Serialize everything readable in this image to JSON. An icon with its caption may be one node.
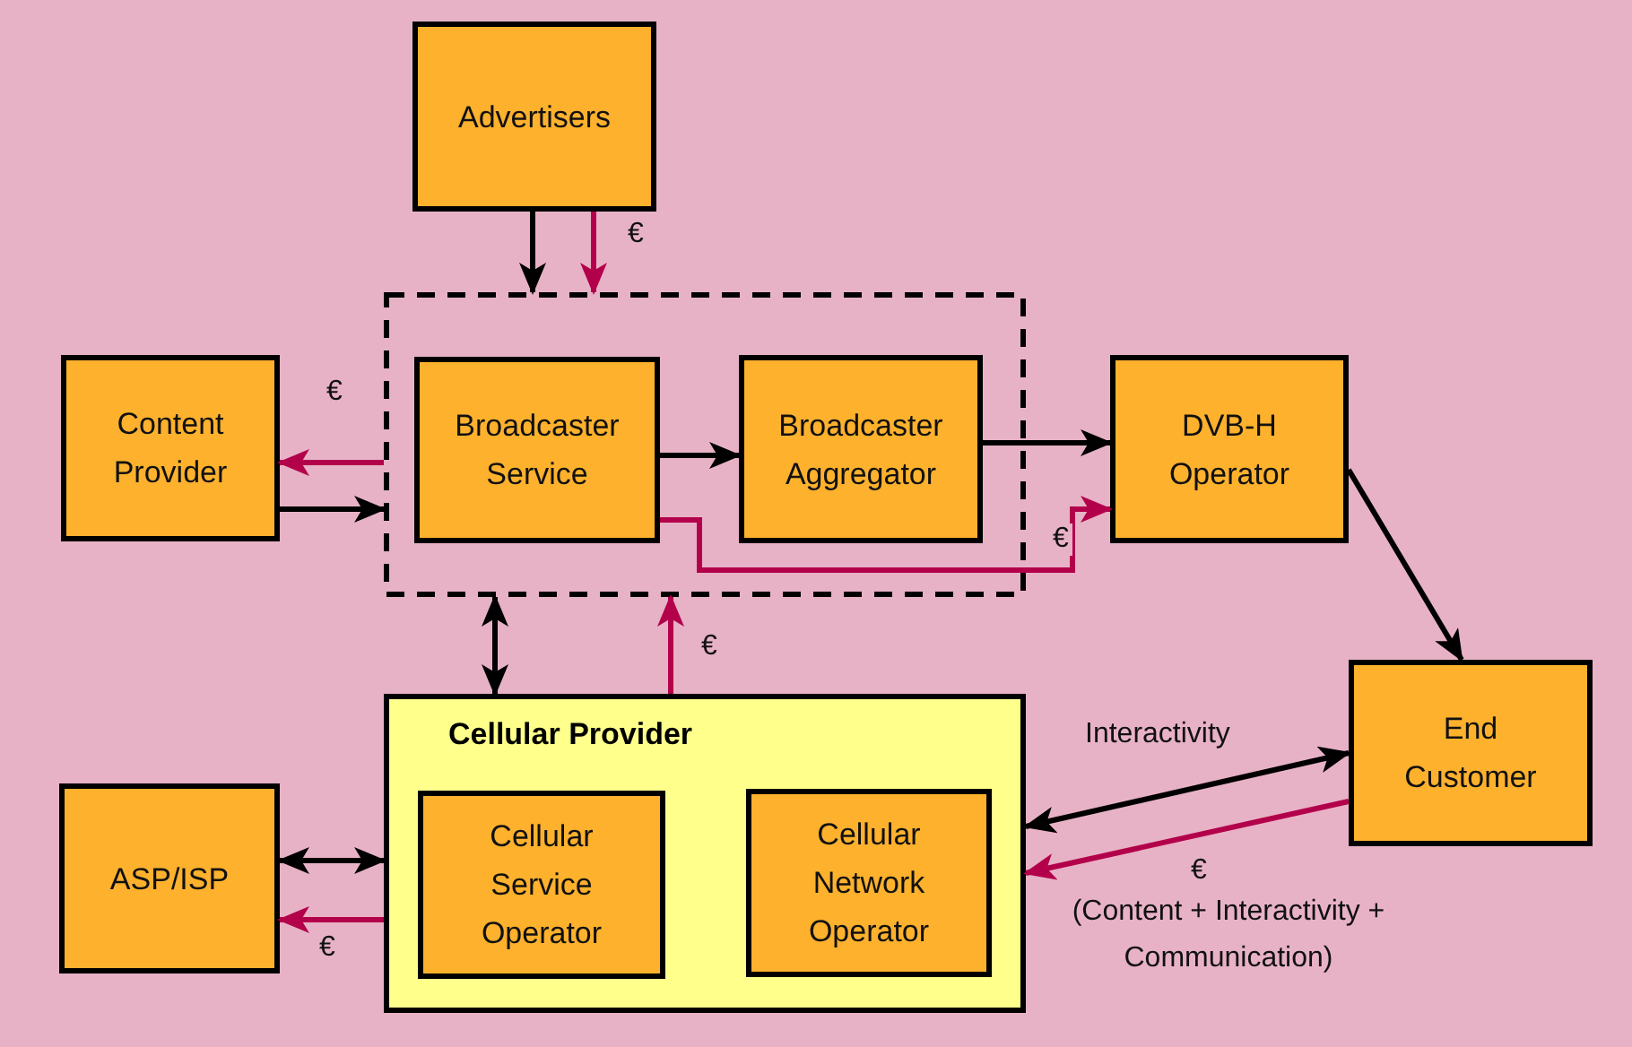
{
  "diagram": {
    "nodes": [
      {
        "text": [
          "Advertisers"
        ]
      },
      {
        "text": [],
        "shape": "box"
      },
      {
        "text": [
          "Content Provider"
        ]
      },
      {
        "text": [
          "Broadcaster Service"
        ],
        "in": 1
      },
      {
        "text": [
          "Broadcaster Aggregator"
        ],
        "in": 1
      },
      {
        "text": [
          "DVB-H Operator"
        ]
      },
      {
        "text": [
          "End Customer"
        ]
      },
      {
        "text": [
          "Cellular Provider"
        ]
      },
      {
        "text": [
          "ASP/ISP"
        ]
      },
      {
        "text": [
          "Cellular Service Operator"
        ],
        "in": 7
      },
      {
        "text": [
          "Cellular Network Operator"
        ],
        "in": 7
      }
    ],
    "edges": [
      {
        "from": 0,
        "to": 1,
        "arrow": "to"
      },
      {
        "from": 0,
        "to": 1,
        "arrow": "to",
        "label": "€",
        "color": "#b3004a"
      },
      {
        "from": 1,
        "to": 2,
        "arrow": "to",
        "label": "€",
        "color": "#b3004a"
      },
      {
        "from": 2,
        "to": 1,
        "arrow": "to"
      },
      {
        "from": 3,
        "to": 4,
        "arrow": "to"
      },
      {
        "from": 4,
        "to": 5,
        "arrow": "to"
      },
      {
        "from": 3,
        "to": 5,
        "arrow": "to",
        "label": "€",
        "color": "#b3004a"
      },
      {
        "from": 5,
        "to": 6,
        "arrow": "to"
      },
      {
        "from": 7,
        "to": 1,
        "arrow": "both"
      },
      {
        "from": 7,
        "to": 1,
        "arrow": "to",
        "label": "€",
        "color": "#b3004a"
      },
      {
        "from": 6,
        "to": 7,
        "arrow": "both",
        "label": "Interactivity"
      },
      {
        "from": 6,
        "to": 7,
        "arrow": "to",
        "label": "€",
        "color": "#b3004a"
      },
      {
        "from": 8,
        "to": 7,
        "arrow": "both"
      },
      {
        "from": 7,
        "to": 8,
        "arrow": "to",
        "label": "€",
        "color": "#b3004a"
      }
    ],
    "labels": [
      "(Content + Interactivity + Communication)"
    ]
  }
}
